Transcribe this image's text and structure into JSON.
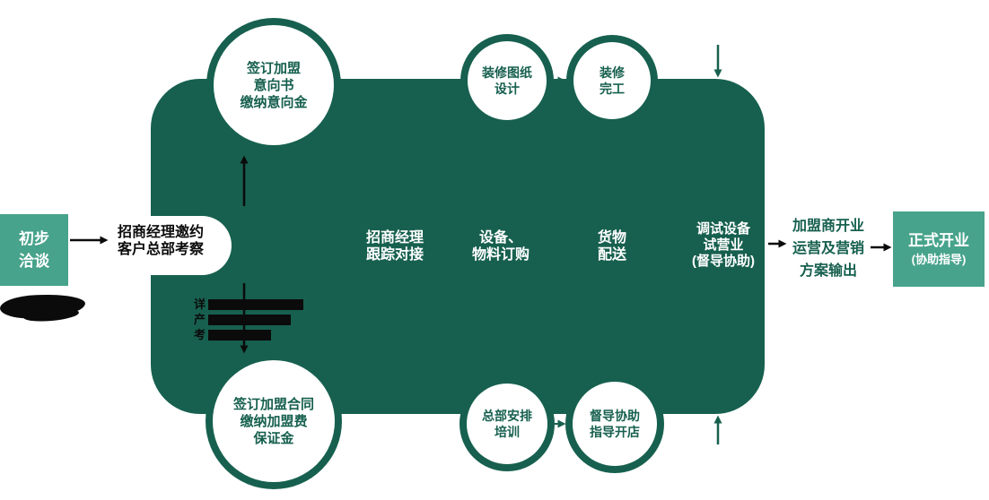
{
  "colors": {
    "accent_teal": "#47a38b",
    "dark_teal": "#17604f",
    "ink_black": "#0b0b0b",
    "background": "#ffffff"
  },
  "start_box": {
    "line1": "初步",
    "line2": "洽谈"
  },
  "band": {
    "invite": {
      "line1": "招商经理邀约",
      "line2": "客户总部考察"
    },
    "track": {
      "line1": "招商经理",
      "line2": "跟踪对接"
    },
    "order": {
      "line1": "设备、",
      "line2": "物料订购"
    },
    "delivery": {
      "line1": "货物",
      "line2": "配送"
    },
    "trial": {
      "line1": "调试设备",
      "line2": "试营业",
      "line3": "(督导协助)"
    }
  },
  "circles": {
    "intent": {
      "line1": "签订加盟",
      "line2": "意向书",
      "line3": "缴纳意向金"
    },
    "design": {
      "line1": "装修图纸",
      "line2": "设计"
    },
    "complete": {
      "line1": "装修",
      "line2": "完工"
    },
    "contract": {
      "line1": "签订加盟合同",
      "line2": "缴纳加盟费",
      "line3": "保证金"
    },
    "training": {
      "line1": "总部安排",
      "line2": "培训"
    },
    "supervise": {
      "line1": "督导协助",
      "line2": "指导开店"
    }
  },
  "outcome": {
    "line1": "加盟商开业",
    "line2": "运营及营销",
    "line3": "方案输出"
  },
  "end_box": {
    "line1": "正式开业",
    "line2": "(协助指导)"
  },
  "redacted_note": {
    "frag1": "详",
    "frag2": "产",
    "frag3": "考"
  }
}
